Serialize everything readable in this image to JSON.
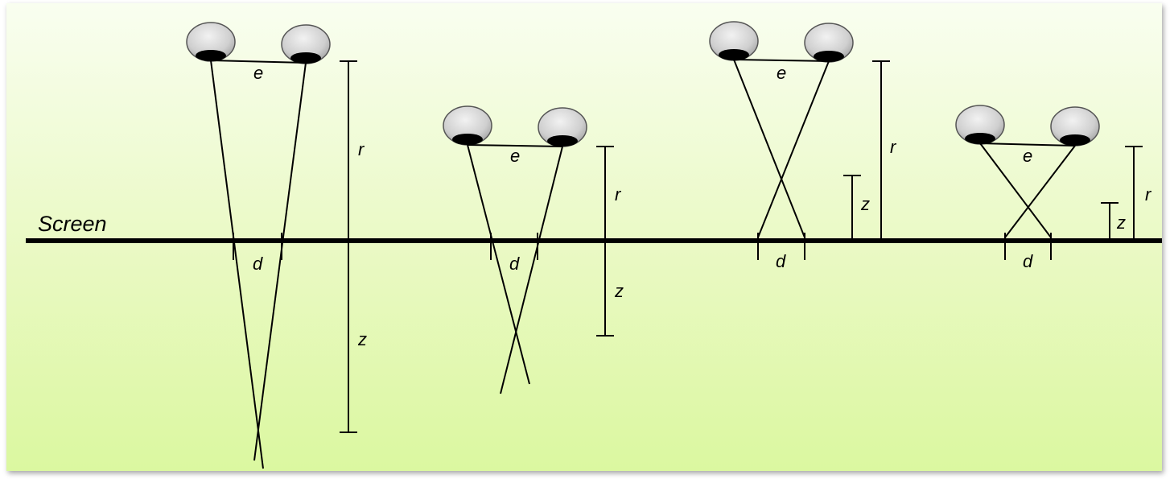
{
  "screen_label": "Screen",
  "scenarios": [
    {
      "id": "behind-far",
      "eye_sep_label": "e",
      "viewer_dist_label": "r",
      "disparity_label": "d",
      "depth_label": "z"
    },
    {
      "id": "behind-near",
      "eye_sep_label": "e",
      "viewer_dist_label": "r",
      "disparity_label": "d",
      "depth_label": "z"
    },
    {
      "id": "front-far",
      "eye_sep_label": "e",
      "viewer_dist_label": "r",
      "disparity_label": "d",
      "depth_label": "z"
    },
    {
      "id": "front-near",
      "eye_sep_label": "e",
      "viewer_dist_label": "r",
      "disparity_label": "d",
      "depth_label": "z"
    }
  ],
  "colors": {
    "background_top": "#f9fef0",
    "background_bottom": "#dbf8a0",
    "eye_fill": "#c8c8c8",
    "pupil": "#000000",
    "line": "#000000"
  }
}
